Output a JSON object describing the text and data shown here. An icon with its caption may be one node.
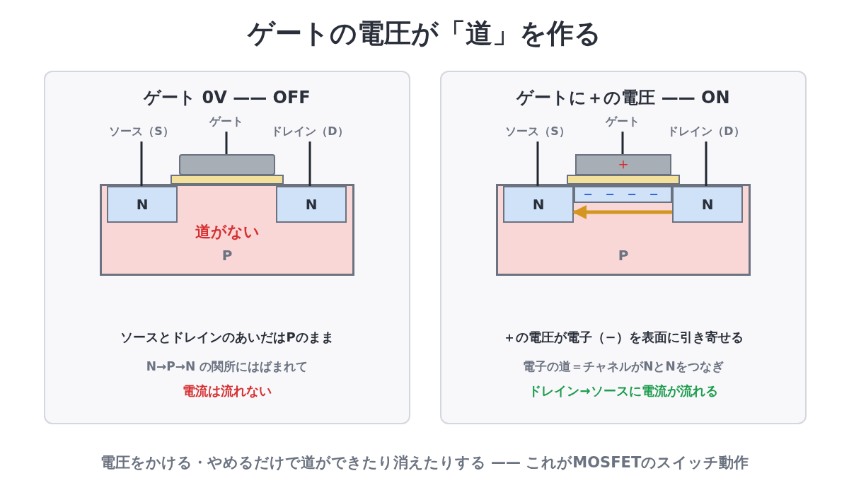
{
  "diagram": {
    "title": "ゲートの電圧が「道」を作る",
    "caption": "電圧をかける・やめるだけで道ができたり消えたりする —— これがMOSFETのスイッチ動作",
    "nodes": [
      {
        "text": [
          "ゲート 0V —— OFF",
          "ソースとドレインのあいだはPのまま",
          "N→P→N の関所にはばまれて",
          "電流は流れない"
        ]
      },
      {
        "text": [
          "道がない",
          "P"
        ],
        "in": 0
      },
      {
        "text": [
          "N"
        ],
        "in": 1
      },
      {
        "text": [
          "N"
        ],
        "in": 1
      },
      {
        "text": [],
        "shape": "bar",
        "in": 0
      },
      {
        "text": [],
        "shape": "box",
        "in": 0
      },
      {
        "text": [
          "ソース（S）"
        ],
        "in": 0
      },
      {
        "text": [
          "ゲート"
        ],
        "in": 0
      },
      {
        "text": [
          "ドレイン（D）"
        ],
        "in": 0
      },
      {
        "text": [
          "ゲートに＋の電圧 —— ON",
          "＋の電圧が電子（−）を表面に引き寄せる",
          "電子の道＝チャネルがNとNをつなぎ",
          "ドレイン→ソースに電流が流れる"
        ]
      },
      {
        "text": [
          "P"
        ],
        "in": 9
      },
      {
        "text": [
          "N"
        ],
        "in": 10
      },
      {
        "text": [
          "N"
        ],
        "in": 10
      },
      {
        "text": [
          "− − − −"
        ],
        "in": 10
      },
      {
        "text": [],
        "shape": "bar",
        "in": 9
      },
      {
        "text": [
          "＋"
        ],
        "in": 9
      },
      {
        "text": [
          "ソース（S）"
        ],
        "in": 9
      },
      {
        "text": [
          "ゲート"
        ],
        "in": 9
      },
      {
        "text": [
          "ドレイン（D）"
        ],
        "in": 9
      }
    ],
    "edges": [
      {
        "from": 6,
        "to": 2,
        "arrow": "none"
      },
      {
        "from": 7,
        "to": 5,
        "arrow": "none"
      },
      {
        "from": 8,
        "to": 3,
        "arrow": "none"
      },
      {
        "from": 16,
        "to": 11,
        "arrow": "none"
      },
      {
        "from": 17,
        "to": 15,
        "arrow": "none"
      },
      {
        "from": 18,
        "to": 12,
        "arrow": "none"
      },
      {
        "from": 12,
        "to": 11,
        "arrow": "to",
        "color": "#d4961f"
      }
    ]
  }
}
